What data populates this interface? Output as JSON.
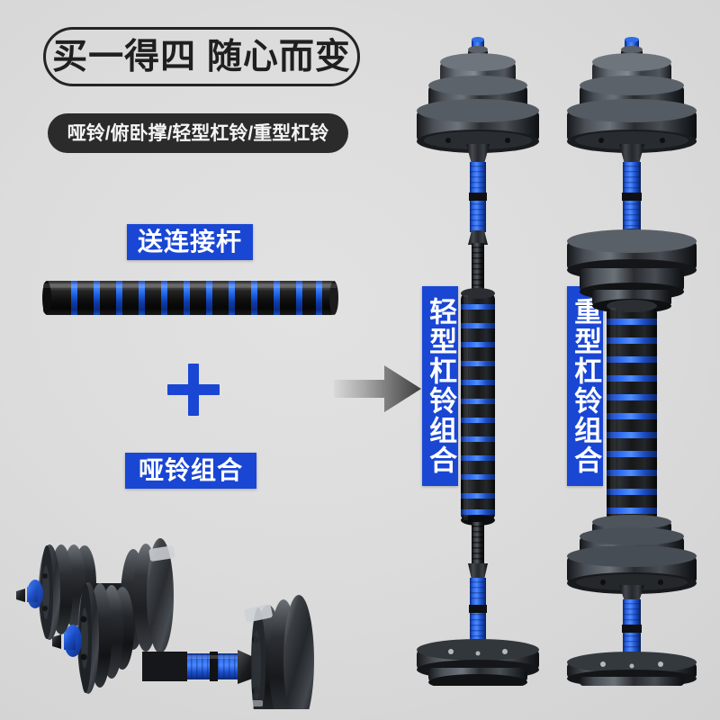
{
  "page": {
    "background_color": "#dcdcdc",
    "accent_blue": "#1a46d4",
    "dark_pill_color": "#2b2b2b"
  },
  "headline": {
    "text": "买一得四 随心而变",
    "style": "outlined-pill"
  },
  "subtitle": {
    "text": "哑铃/俯卧撑/轻型杠铃/重型杠铃",
    "style": "filled-dark-pill"
  },
  "labels": {
    "connector_rod": "送连接杆",
    "dumbbell_set": "哑铃组合",
    "light_barbell": "轻型杠铃组合",
    "heavy_barbell": "重型杠铃组合"
  },
  "symbols": {
    "plus": "plus-sign",
    "arrow": "right-arrow"
  },
  "products": {
    "connector_rod": {
      "name": "connector-rod",
      "ring_count": 12,
      "rod_color": "#141414",
      "ring_color": "#1f6ff0"
    },
    "dumbbell_set": {
      "name": "adjustable-dumbbell-pair",
      "count": 2,
      "plate_color": "#2a2d31",
      "grip_color": "#1f55d8",
      "collar_color": "#1a46d4"
    },
    "light_barbell": {
      "name": "light-barbell-assembly",
      "plate_groups": 2,
      "plates_per_group": 3,
      "ring_count": 12,
      "has_threaded_rod": true
    },
    "heavy_barbell": {
      "name": "heavy-barbell-assembly",
      "plate_groups": 4,
      "plates_per_group": 3,
      "ring_count": 11,
      "has_threaded_rod": false
    }
  }
}
